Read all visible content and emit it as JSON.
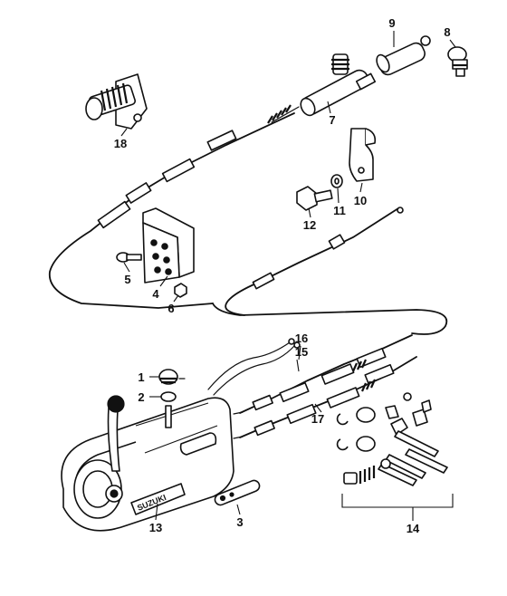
{
  "diagram": {
    "brand_text": "SUZUKI",
    "callouts": [
      {
        "id": "p1",
        "label": "1"
      },
      {
        "id": "p2",
        "label": "2"
      },
      {
        "id": "p3",
        "label": "3"
      },
      {
        "id": "p4",
        "label": "4"
      },
      {
        "id": "p5",
        "label": "5"
      },
      {
        "id": "p6",
        "label": "6"
      },
      {
        "id": "p7",
        "label": "7"
      },
      {
        "id": "p8",
        "label": "8"
      },
      {
        "id": "p9",
        "label": "9"
      },
      {
        "id": "p10",
        "label": "10"
      },
      {
        "id": "p11",
        "label": "11"
      },
      {
        "id": "p12",
        "label": "12"
      },
      {
        "id": "p13",
        "label": "13"
      },
      {
        "id": "p14",
        "label": "14"
      },
      {
        "id": "p15",
        "label": "15"
      },
      {
        "id": "p16",
        "label": "16"
      },
      {
        "id": "p17",
        "label": "17"
      },
      {
        "id": "p18",
        "label": "18"
      }
    ]
  }
}
